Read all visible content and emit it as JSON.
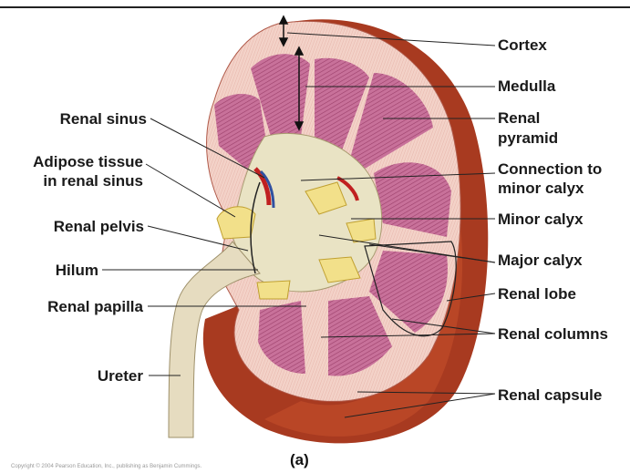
{
  "labels": {
    "cortex": "Cortex",
    "medulla": "Medulla",
    "renal_pyramid_1": "Renal",
    "renal_pyramid_2": "pyramid",
    "connection_1": "Connection to",
    "connection_2": "minor calyx",
    "minor_calyx": "Minor calyx",
    "major_calyx": "Major calyx",
    "renal_lobe": "Renal lobe",
    "renal_columns": "Renal columns",
    "renal_capsule": "Renal capsule",
    "renal_sinus": "Renal sinus",
    "adipose_1": "Adipose tissue",
    "adipose_2": "in renal sinus",
    "renal_pelvis": "Renal pelvis",
    "hilum": "Hilum",
    "renal_papilla": "Renal papilla",
    "ureter": "Ureter"
  },
  "caption": "(a)",
  "copyright": "Copyright © 2004 Pearson Education, Inc., publishing as Benjamin Cummings.",
  "colors": {
    "cortex": "#f3d2c8",
    "medulla_pyramid": "#c86f93",
    "capsule": "#a83a20",
    "pelvis": "#e9e3c4",
    "adipose": "#f2e08a",
    "ureter": "#e6dcc0"
  }
}
